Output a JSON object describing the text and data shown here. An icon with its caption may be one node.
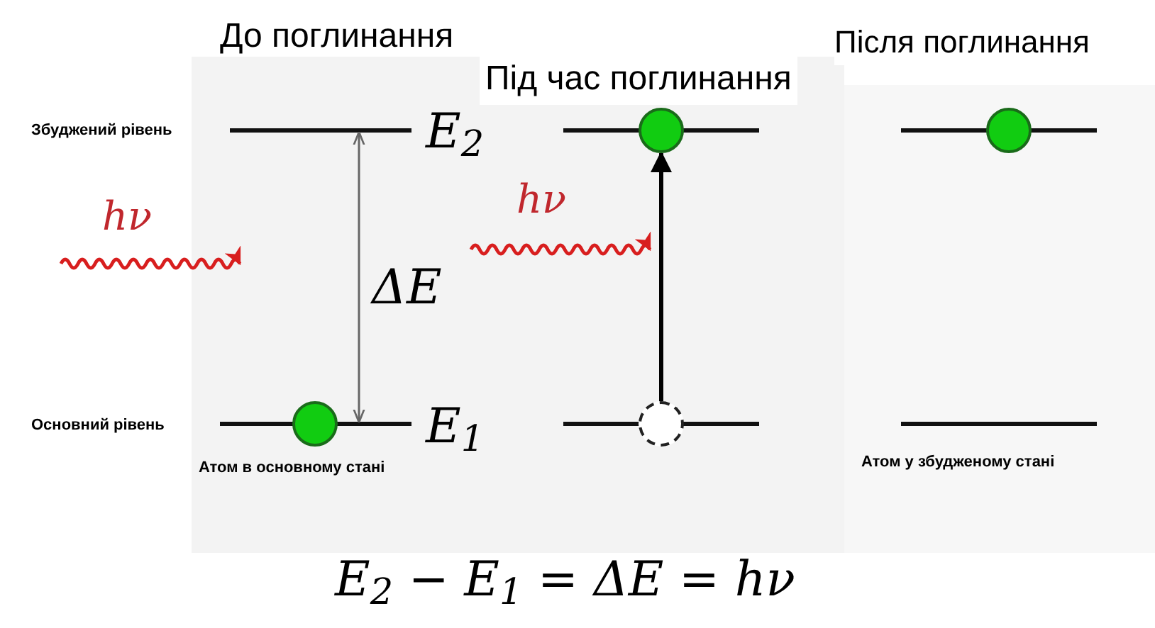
{
  "diagram": {
    "nodes": [
      {
        "text": [],
        "shape": "circle"
      },
      {
        "text": [],
        "shape": "circle"
      },
      {
        "text": [],
        "shape": "circle"
      },
      {
        "text": [],
        "shape": "circle"
      }
    ],
    "edges": [
      {
        "from": 2,
        "to": 1,
        "arrow": "to"
      }
    ],
    "labels": [
      "До поглинання",
      "Під час поглинання",
      "Після поглинання",
      "Збуджений рівень",
      "E$_{2}$",
      "hν",
      "hν",
      "ΔE",
      "Основний рівень",
      "E$_{1}$",
      "Атом в основному стані",
      "Атом у збудженому стані",
      "E$_{2}$ − E$_{1}$ = ΔE = hν"
    ]
  }
}
